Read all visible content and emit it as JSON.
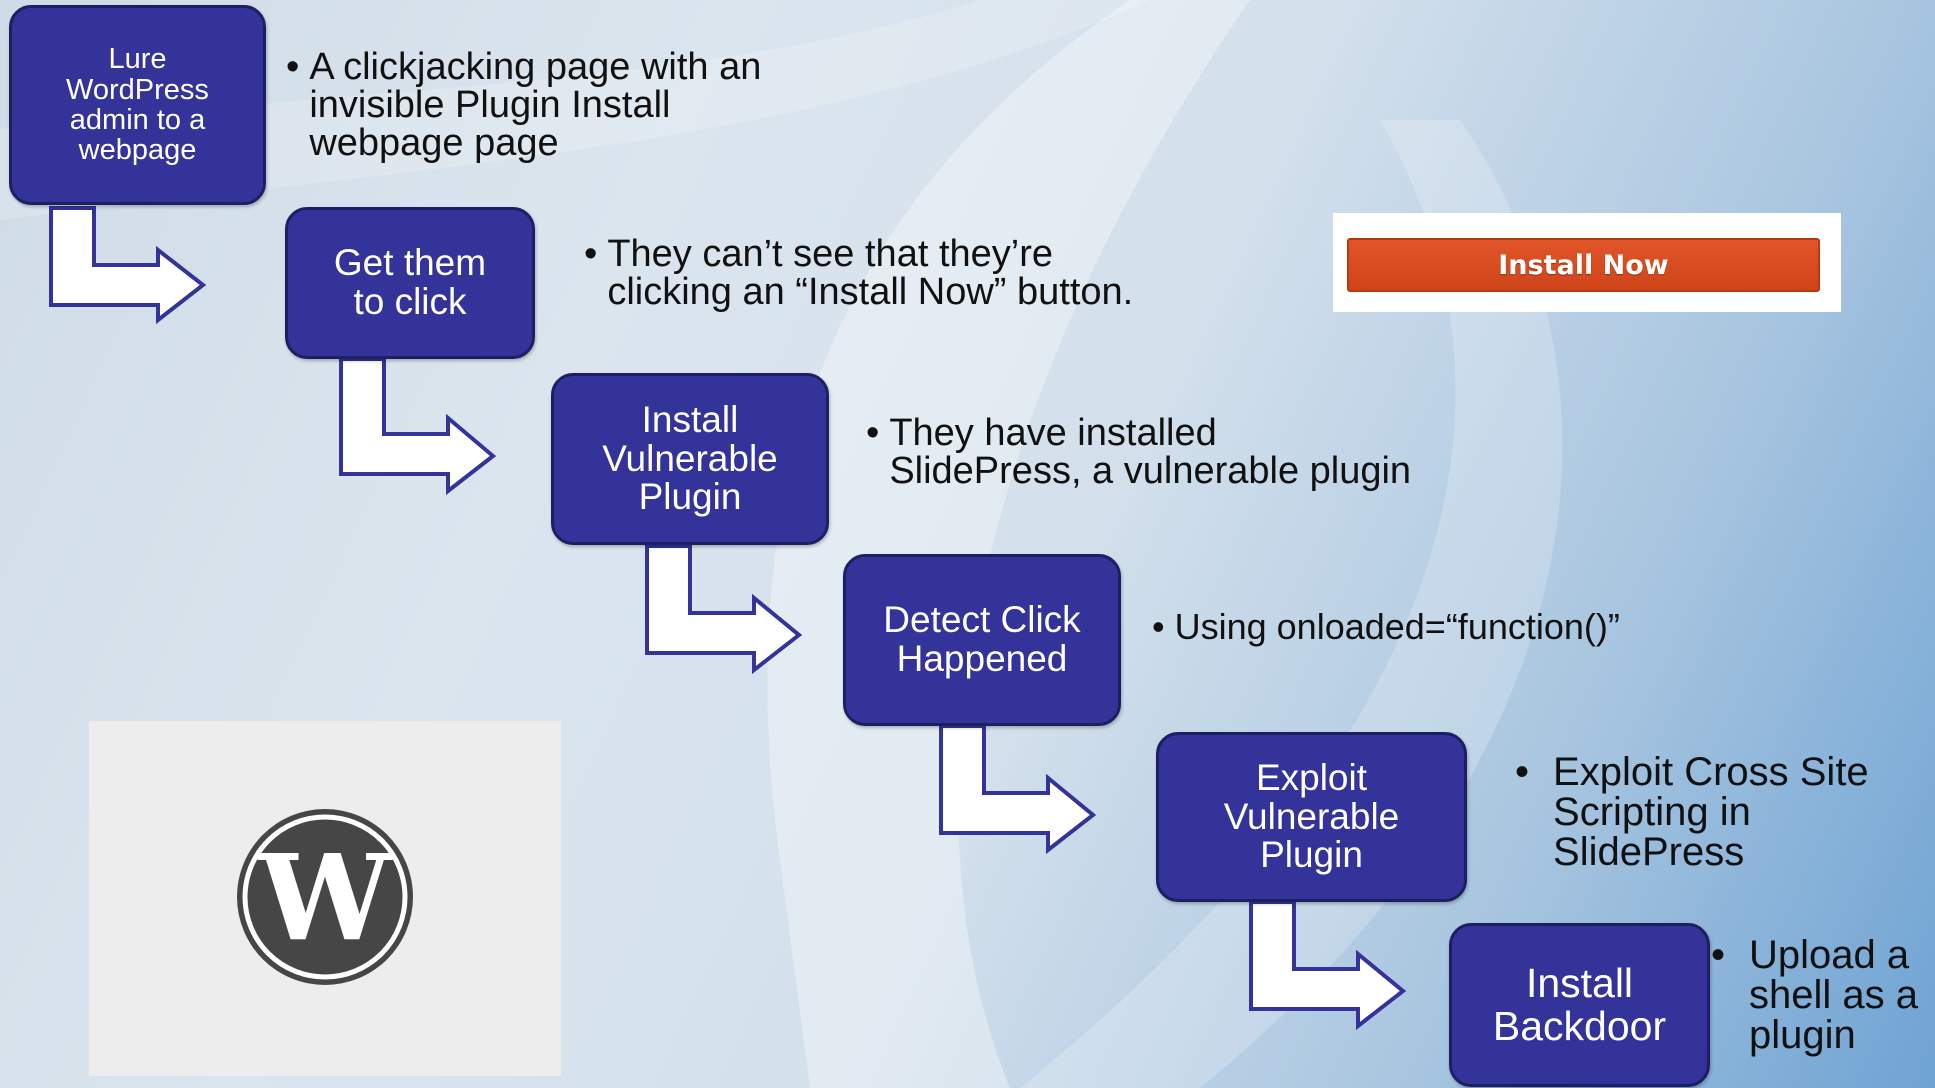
{
  "steps": [
    {
      "label": "Lure\nWordPress\nadmin to a\nwebpage"
    },
    {
      "label": "Get them\nto click"
    },
    {
      "label": "Install\nVulnerable\nPlugin"
    },
    {
      "label": "Detect Click\nHappened"
    },
    {
      "label": "Exploit\nVulnerable\nPlugin"
    },
    {
      "label": "Install\nBackdoor"
    }
  ],
  "notes": [
    {
      "bullet": "•",
      "text": "A clickjacking page with an\ninvisible Plugin Install\nwebpage page"
    },
    {
      "bullet": "•",
      "text": "They can’t see that they’re\nclicking an “Install Now” button."
    },
    {
      "bullet": "•",
      "text": "They have installed\nSlidePress, a vulnerable plugin"
    },
    {
      "bullet": "•",
      "text": "Using onloaded=“function()”"
    },
    {
      "bullet": "•",
      "text": "Exploit Cross Site\nScripting in\nSlidePress"
    },
    {
      "bullet": "•",
      "text": "Upload a\nshell as a\nplugin"
    }
  ],
  "install_now_button": {
    "label": "Install Now",
    "color": "#d94f22"
  },
  "logo": {
    "icon": "wordpress-logo-icon",
    "color": "#464646"
  },
  "colors": {
    "step_fill": "#333399",
    "step_border": "#1d1f63"
  }
}
